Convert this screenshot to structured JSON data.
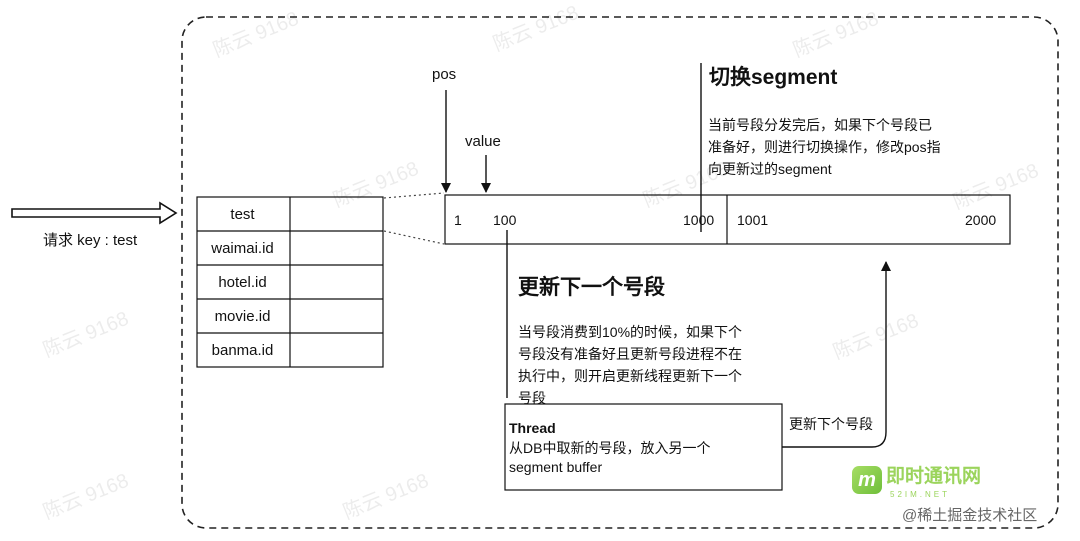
{
  "request": {
    "label": "请求 key : test"
  },
  "keys_table": {
    "rows": [
      "test",
      "waimai.id",
      "hotel.id",
      "movie.id",
      "banma.id"
    ]
  },
  "pointers": {
    "pos": "pos",
    "value": "value"
  },
  "segment_buffer": {
    "seg1_start": "1",
    "seg1_value": "100",
    "seg1_end": "1000",
    "seg2_start": "1001",
    "seg2_end": "2000"
  },
  "switch_segment": {
    "title": "切换segment",
    "lines": [
      "当前号段分发完后，如果下个号段已",
      "准备好，则进行切换操作，修改pos指",
      "向更新过的segment"
    ]
  },
  "update_next": {
    "title": "更新下一个号段",
    "lines": [
      "当号段消费到10%的时候，如果下个",
      "号段没有准备好且更新号段进程不在",
      "执行中，则开启更新线程更新下一个",
      "号段"
    ]
  },
  "thread_box": {
    "title": "Thread",
    "lines": [
      "从DB中取新的号段，放入另一个",
      "segment buffer"
    ]
  },
  "arrow_label": "更新下个号段",
  "watermark": {
    "logo_text": "即时通讯网",
    "logo_sub": "52IM.NET",
    "credit": "@稀土掘金技术社区",
    "repeat": "陈云 9168"
  }
}
